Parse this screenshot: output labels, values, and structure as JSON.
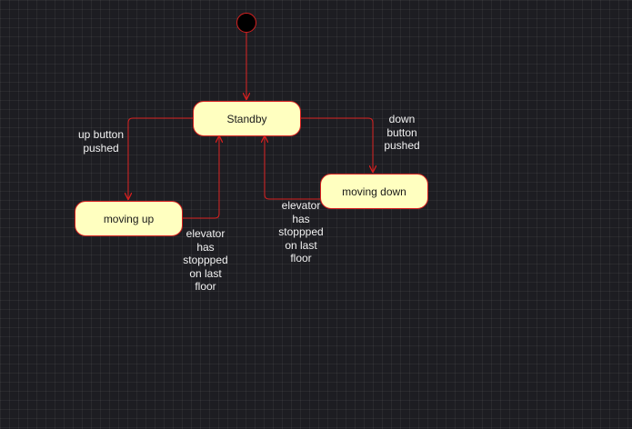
{
  "diagram": {
    "colors": {
      "state_fill": "#ffffc0",
      "state_stroke": "#d61f1f",
      "edge": "#d61f1f",
      "label_text": "#f2f2f2",
      "background": "#1d1d22"
    },
    "initial_state": {
      "kind": "initial-pseudostate"
    },
    "states": [
      {
        "id": "standby",
        "label": "Standby"
      },
      {
        "id": "moving-up",
        "label": "moving up"
      },
      {
        "id": "moving-down",
        "label": "moving down"
      }
    ],
    "transitions": [
      {
        "from": "initial",
        "to": "standby",
        "label": ""
      },
      {
        "from": "standby",
        "to": "moving-up",
        "label": "up button\npushed"
      },
      {
        "from": "moving-up",
        "to": "standby",
        "label": "elevator\nhas\nstoppped\non last\nfloor"
      },
      {
        "from": "standby",
        "to": "moving-down",
        "label": "down\nbutton\npushed"
      },
      {
        "from": "moving-down",
        "to": "standby",
        "label": "elevator\nhas\nstoppped\non last\nfloor"
      }
    ]
  }
}
